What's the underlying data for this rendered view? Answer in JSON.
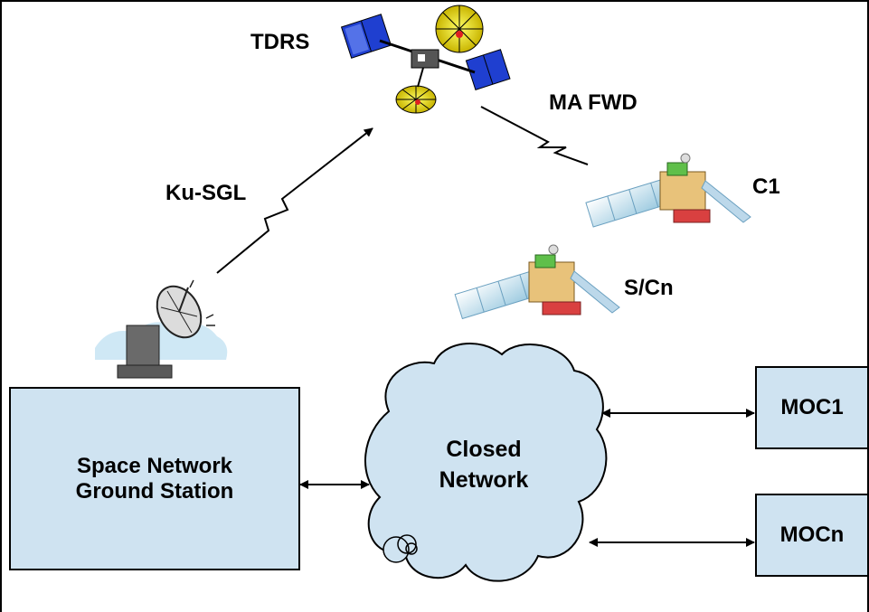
{
  "labels": {
    "tdrs": "TDRS",
    "ma_fwd": "MA FWD",
    "ku_sgl": "Ku-SGL",
    "c1": "C1",
    "scn": "S/Cn"
  },
  "boxes": {
    "ground_station_line1": "Space Network",
    "ground_station_line2": "Ground Station",
    "moc1": "MOC1",
    "mocn": "MOCn"
  },
  "cloud": {
    "line1": "Closed",
    "line2": "Network"
  },
  "icons": {
    "tdrs": "tdrs-satellite-icon",
    "spacecraft_c1": "spacecraft-icon",
    "spacecraft_cn": "spacecraft-icon",
    "ground_antenna": "dish-antenna-icon",
    "cloud": "cloud-icon"
  },
  "colors": {
    "box_fill": "#cfe3f1",
    "cloud_fill": "#cfe3f1",
    "solar_blue": "#1f3fd0"
  }
}
